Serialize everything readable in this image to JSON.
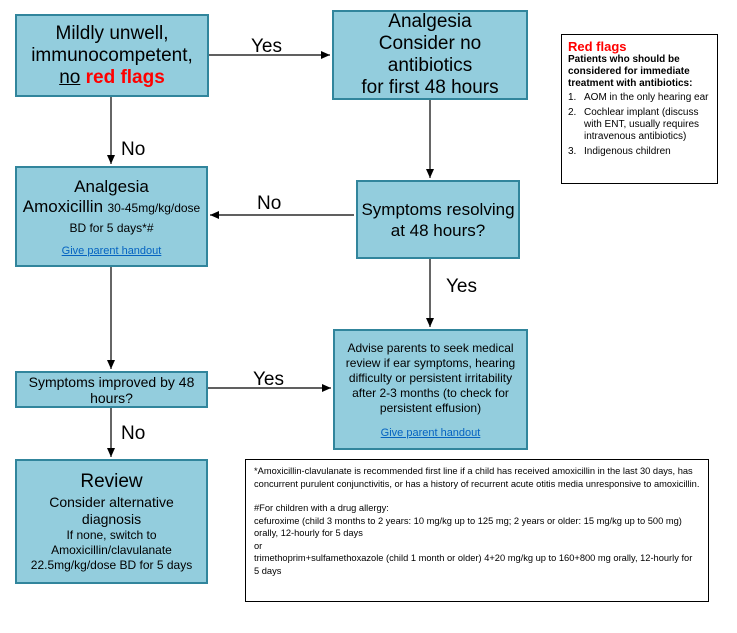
{
  "start": {
    "line1": "Mildly unwell,",
    "line2": "immunocompetent,",
    "no_word": "no",
    "red_flags": "red flags"
  },
  "analgesia_top": {
    "line1": "Analgesia",
    "line2": "Consider no antibiotics",
    "line3": "for first 48 hours"
  },
  "amox": {
    "title": "Analgesia",
    "drug": "Amoxicillin",
    "dose": "30-45mg/kg/dose",
    "dose2": "BD for 5 days*#",
    "link": "Give parent handout"
  },
  "resolving": {
    "line1": "Symptoms resolving",
    "line2": "at 48 hours?"
  },
  "improved": {
    "line1": "Symptoms improved by 48",
    "line2": "hours?"
  },
  "advise": {
    "line1": "Advise parents to seek medical",
    "line2": "review if ear symptoms, hearing",
    "line3": "difficulty or persistent irritability",
    "line4": "after 2-3 months (to check for",
    "line5": "persistent effusion)",
    "link": "Give parent handout"
  },
  "review": {
    "title": "Review",
    "line1": "Consider alternative",
    "line2": "diagnosis",
    "line3": "If none, switch to",
    "line4": "Amoxicillin/clavulanate",
    "line5": "22.5mg/kg/dose BD for 5 days"
  },
  "labels": {
    "yes1": "Yes",
    "no1": "No",
    "no2": "No",
    "yes2": "Yes",
    "yes3": "Yes",
    "no3": "No"
  },
  "red_flags_box": {
    "title": "Red flags",
    "subtitle": "Patients who should be considered for immediate treatment with antibiotics:",
    "items": [
      {
        "num": "1.",
        "text": "AOM in the only hearing ear"
      },
      {
        "num": "2.",
        "text": "Cochlear implant (discuss with ENT, usually requires intravenous antibiotics)"
      },
      {
        "num": "3.",
        "text": "Indigenous children"
      }
    ]
  },
  "footnote": {
    "p1": "*Amoxicillin-clavulanate is recommended first line if a child has received amoxicillin in the last 30 days, has concurrent purulent conjunctivitis, or has a history of recurrent acute otitis media unresponsive to amoxicillin.",
    "p2": "#For children with a drug allergy:",
    "p3": "cefuroxime (child 3 months to 2 years: 10 mg/kg up to 125 mg; 2 years or older: 15 mg/kg up to 500 mg) orally, 12-hourly for 5 days",
    "p4": "or",
    "p5": "trimethoprim+sulfamethoxazole (child 1 month or older) 4+20 mg/kg up to 160+800 mg orally, 12-hourly for 5 days"
  }
}
